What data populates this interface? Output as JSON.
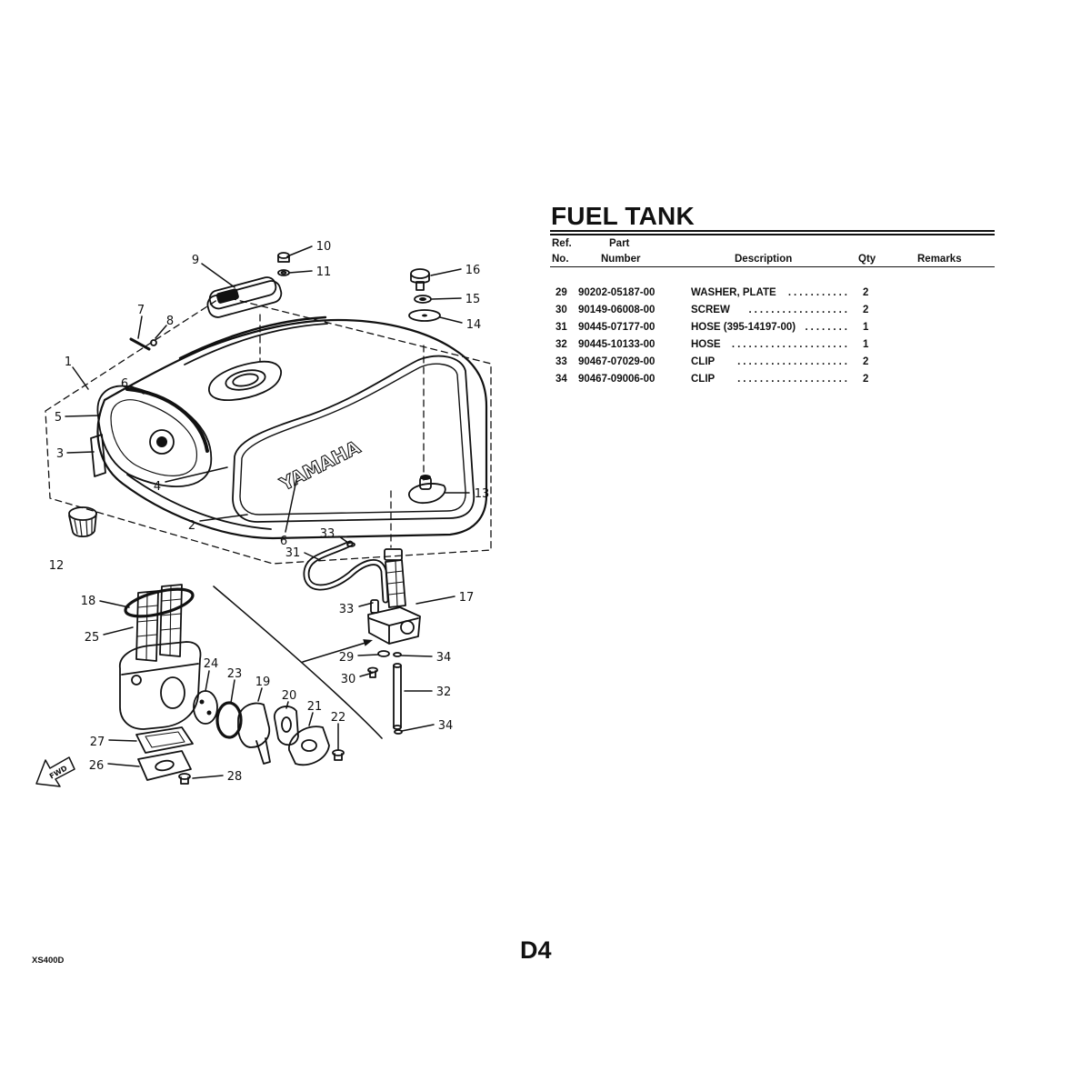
{
  "page": {
    "title": "FUEL TANK",
    "page_number": "D4",
    "model_code": "XS400D"
  },
  "table": {
    "headers": {
      "ref_top": "Ref.",
      "ref_bottom": "No.",
      "part_top": "Part",
      "part_bottom": "Number",
      "description": "Description",
      "qty": "Qty",
      "remarks": "Remarks"
    },
    "rows": [
      {
        "ref": "29",
        "part_number": "90202-05187-00",
        "description": "WASHER, PLATE",
        "leader": "...........",
        "qty": "2"
      },
      {
        "ref": "30",
        "part_number": "90149-06008-00",
        "description": "SCREW",
        "leader": "..................",
        "qty": "2"
      },
      {
        "ref": "31",
        "part_number": "90445-07177-00",
        "description": "HOSE (395-14197-00)",
        "leader": "........",
        "qty": "1"
      },
      {
        "ref": "32",
        "part_number": "90445-10133-00",
        "description": "HOSE",
        "leader": ".....................",
        "qty": "1"
      },
      {
        "ref": "33",
        "part_number": "90467-07029-00",
        "description": "CLIP",
        "leader": "....................",
        "qty": "2"
      },
      {
        "ref": "34",
        "part_number": "90467-09006-00",
        "description": "CLIP",
        "leader": "....................",
        "qty": "2"
      }
    ]
  },
  "diagram": {
    "tank_logo": "YAMAHA",
    "forward_arrow_label": "FWD",
    "callouts": [
      "10",
      "11",
      "9",
      "16",
      "15",
      "14",
      "7",
      "8",
      "1",
      "6",
      "5",
      "3",
      "4",
      "2",
      "6",
      "13",
      "12",
      "33",
      "31",
      "18",
      "25",
      "17",
      "33",
      "24",
      "23",
      "19",
      "20",
      "21",
      "22",
      "29",
      "34",
      "30",
      "32",
      "34",
      "27",
      "26",
      "28"
    ]
  }
}
